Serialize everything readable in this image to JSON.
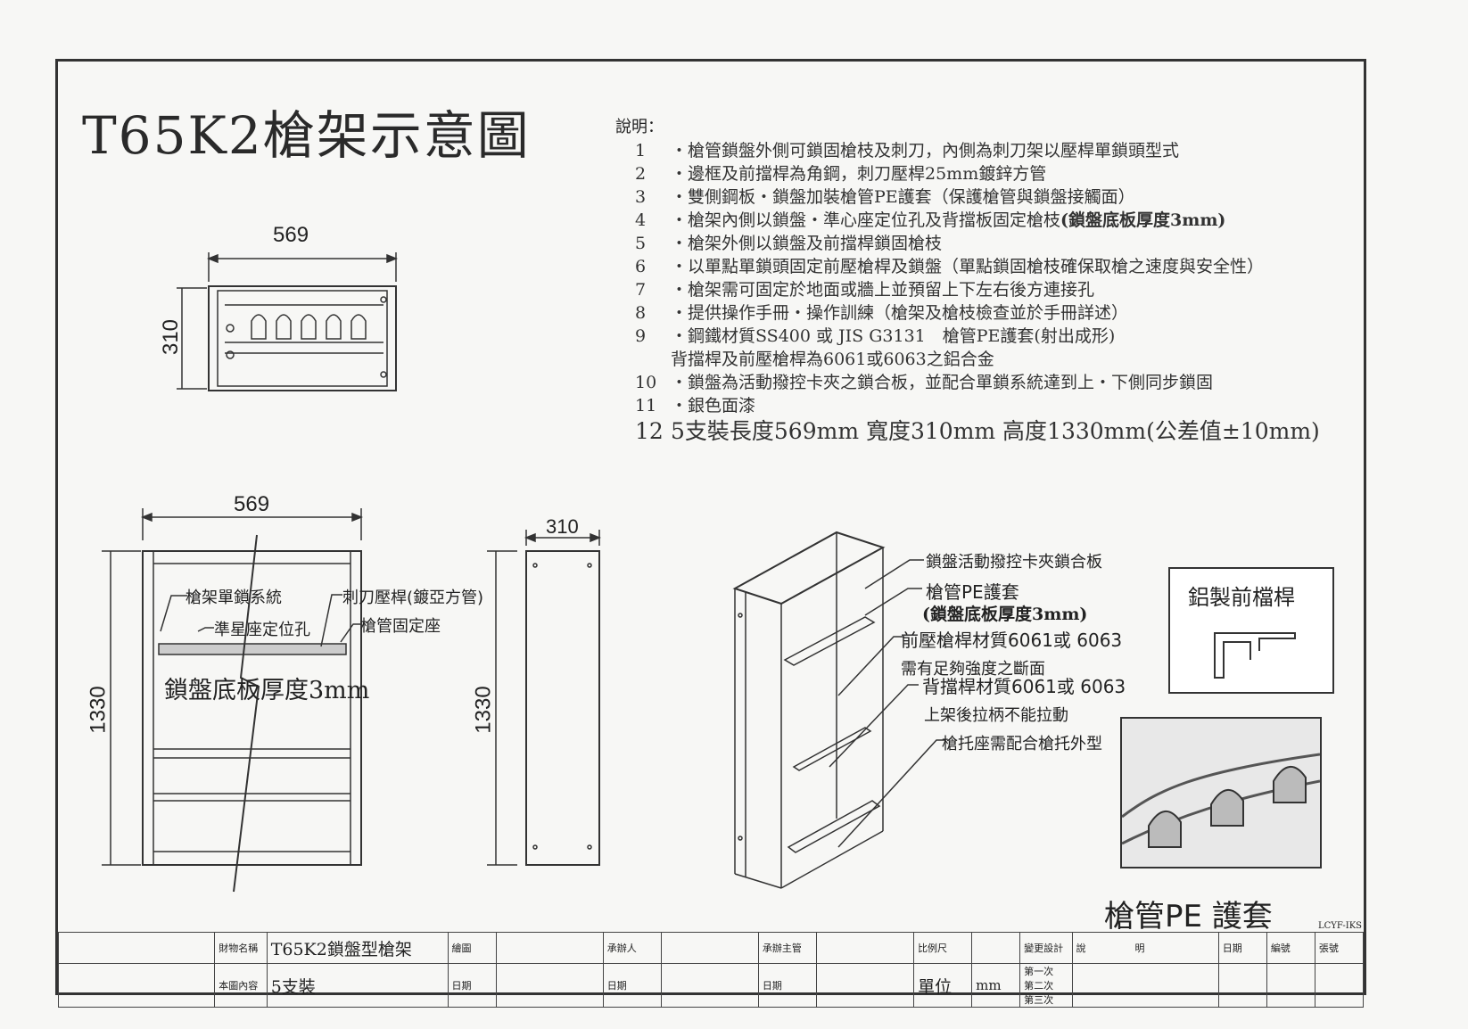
{
  "title": "T65K2槍架示意圖",
  "notes": {
    "heading": "說明：",
    "items": [
      {
        "num": "1",
        "text": "・槍管鎖盤外側可鎖固槍枝及刺刀，內側為刺刀架以壓桿單鎖頭型式"
      },
      {
        "num": "2",
        "text": "・邊框及前擋桿為角鋼，刺刀壓桿25mm鍍鋅方管"
      },
      {
        "num": "3",
        "text": "・雙側鋼板・鎖盤加裝槍管PE護套（保護槍管與鎖盤接觸面）"
      },
      {
        "num": "4",
        "text": "・槍架內側以鎖盤・準心座定位孔及背擋板固定槍枝",
        "bold": "(鎖盤底板厚度3mm)"
      },
      {
        "num": "5",
        "text": "・槍架外側以鎖盤及前擋桿鎖固槍枝"
      },
      {
        "num": "6",
        "text": "・以單點單鎖頭固定前壓槍桿及鎖盤（單點鎖固槍枝確保取槍之速度與安全性）"
      },
      {
        "num": "7",
        "text": "・槍架需可固定於地面或牆上並預留上下左右後方連接孔"
      },
      {
        "num": "8",
        "text": "・提供操作手冊・操作訓練（槍架及槍枝檢查並於手冊詳述）"
      },
      {
        "num": "9",
        "text": "・鋼鐵材質SS400 或 JIS G3131　槍管PE護套(射出成形)"
      },
      {
        "num": "",
        "text": "背擋桿及前壓槍桿為6061或6063之鋁合金"
      },
      {
        "num": "10",
        "text": "・鎖盤為活動撥控卡夾之鎖合板，並配合單鎖系統達到上・下側同步鎖固"
      },
      {
        "num": "11",
        "text": "・銀色面漆"
      },
      {
        "num": "12",
        "text": "5支裝長度569mm 寬度310mm 高度1330mm(公差值±10mm)"
      }
    ]
  },
  "dimensions": {
    "top_width": "569",
    "top_depth": "310",
    "front_width": "569",
    "front_height": "1330",
    "side_width": "310",
    "side_height": "1330"
  },
  "front_labels": {
    "lock_system": "槍架單鎖系統",
    "bayonet_bar": "刺刀壓桿(鍍亞方管)",
    "sight_hole": "準星座定位孔",
    "barrel_holder": "槍管固定座",
    "thickness_overlay": "鎖盤底板厚度3mm"
  },
  "iso_labels": {
    "lock_plate": "鎖盤活動撥控卡夾鎖合板",
    "pe_sleeve": "槍管PE護套",
    "thickness": "(鎖盤底板厚度3mm)",
    "front_bar_material": "前壓槍桿材質6061或 6063",
    "strength": "需有足夠強度之斷面",
    "back_bar_material": "背擋桿材質6061或 6063",
    "handle": "上架後拉柄不能拉動",
    "stock_seat": "槍托座需配合槍托外型"
  },
  "insets": {
    "aluminum_bar": "鋁製前檔桿",
    "pe_sleeve_caption": "槍管PE 護套"
  },
  "title_block": {
    "drawing_no": "LCYF-IKS",
    "name_label": "財物名稱",
    "name_value": "T65K2鎖盤型槍架",
    "content_label": "本圖內容",
    "content_value": "5支裝",
    "drawn_label": "繪圖",
    "date_label": "日期",
    "contractor_label": "承辦人",
    "supervisor_label": "承辦主管",
    "scale_label": "比例尺",
    "unit_label": "單位",
    "unit_value": "mm",
    "rev_design": "變更設計",
    "rev1": "第一次",
    "rev2": "第二次",
    "rev3": "第三次",
    "desc1": "說",
    "desc2": "明",
    "date2": "日期",
    "number_label": "編號",
    "sheet_label": "張號"
  },
  "colors": {
    "line": "#333333",
    "paper": "#f7f7f5"
  }
}
